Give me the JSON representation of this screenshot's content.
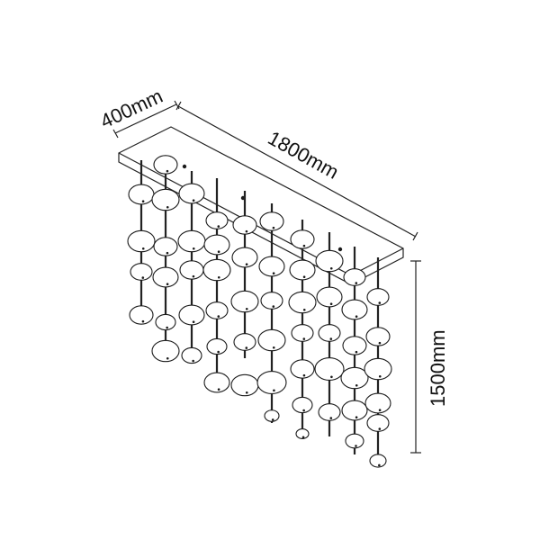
{
  "dimensions": {
    "depth": "400mm",
    "length": "1800mm",
    "height": "1500mm"
  },
  "colors": {
    "line": "#222222",
    "background": "#ffffff"
  }
}
